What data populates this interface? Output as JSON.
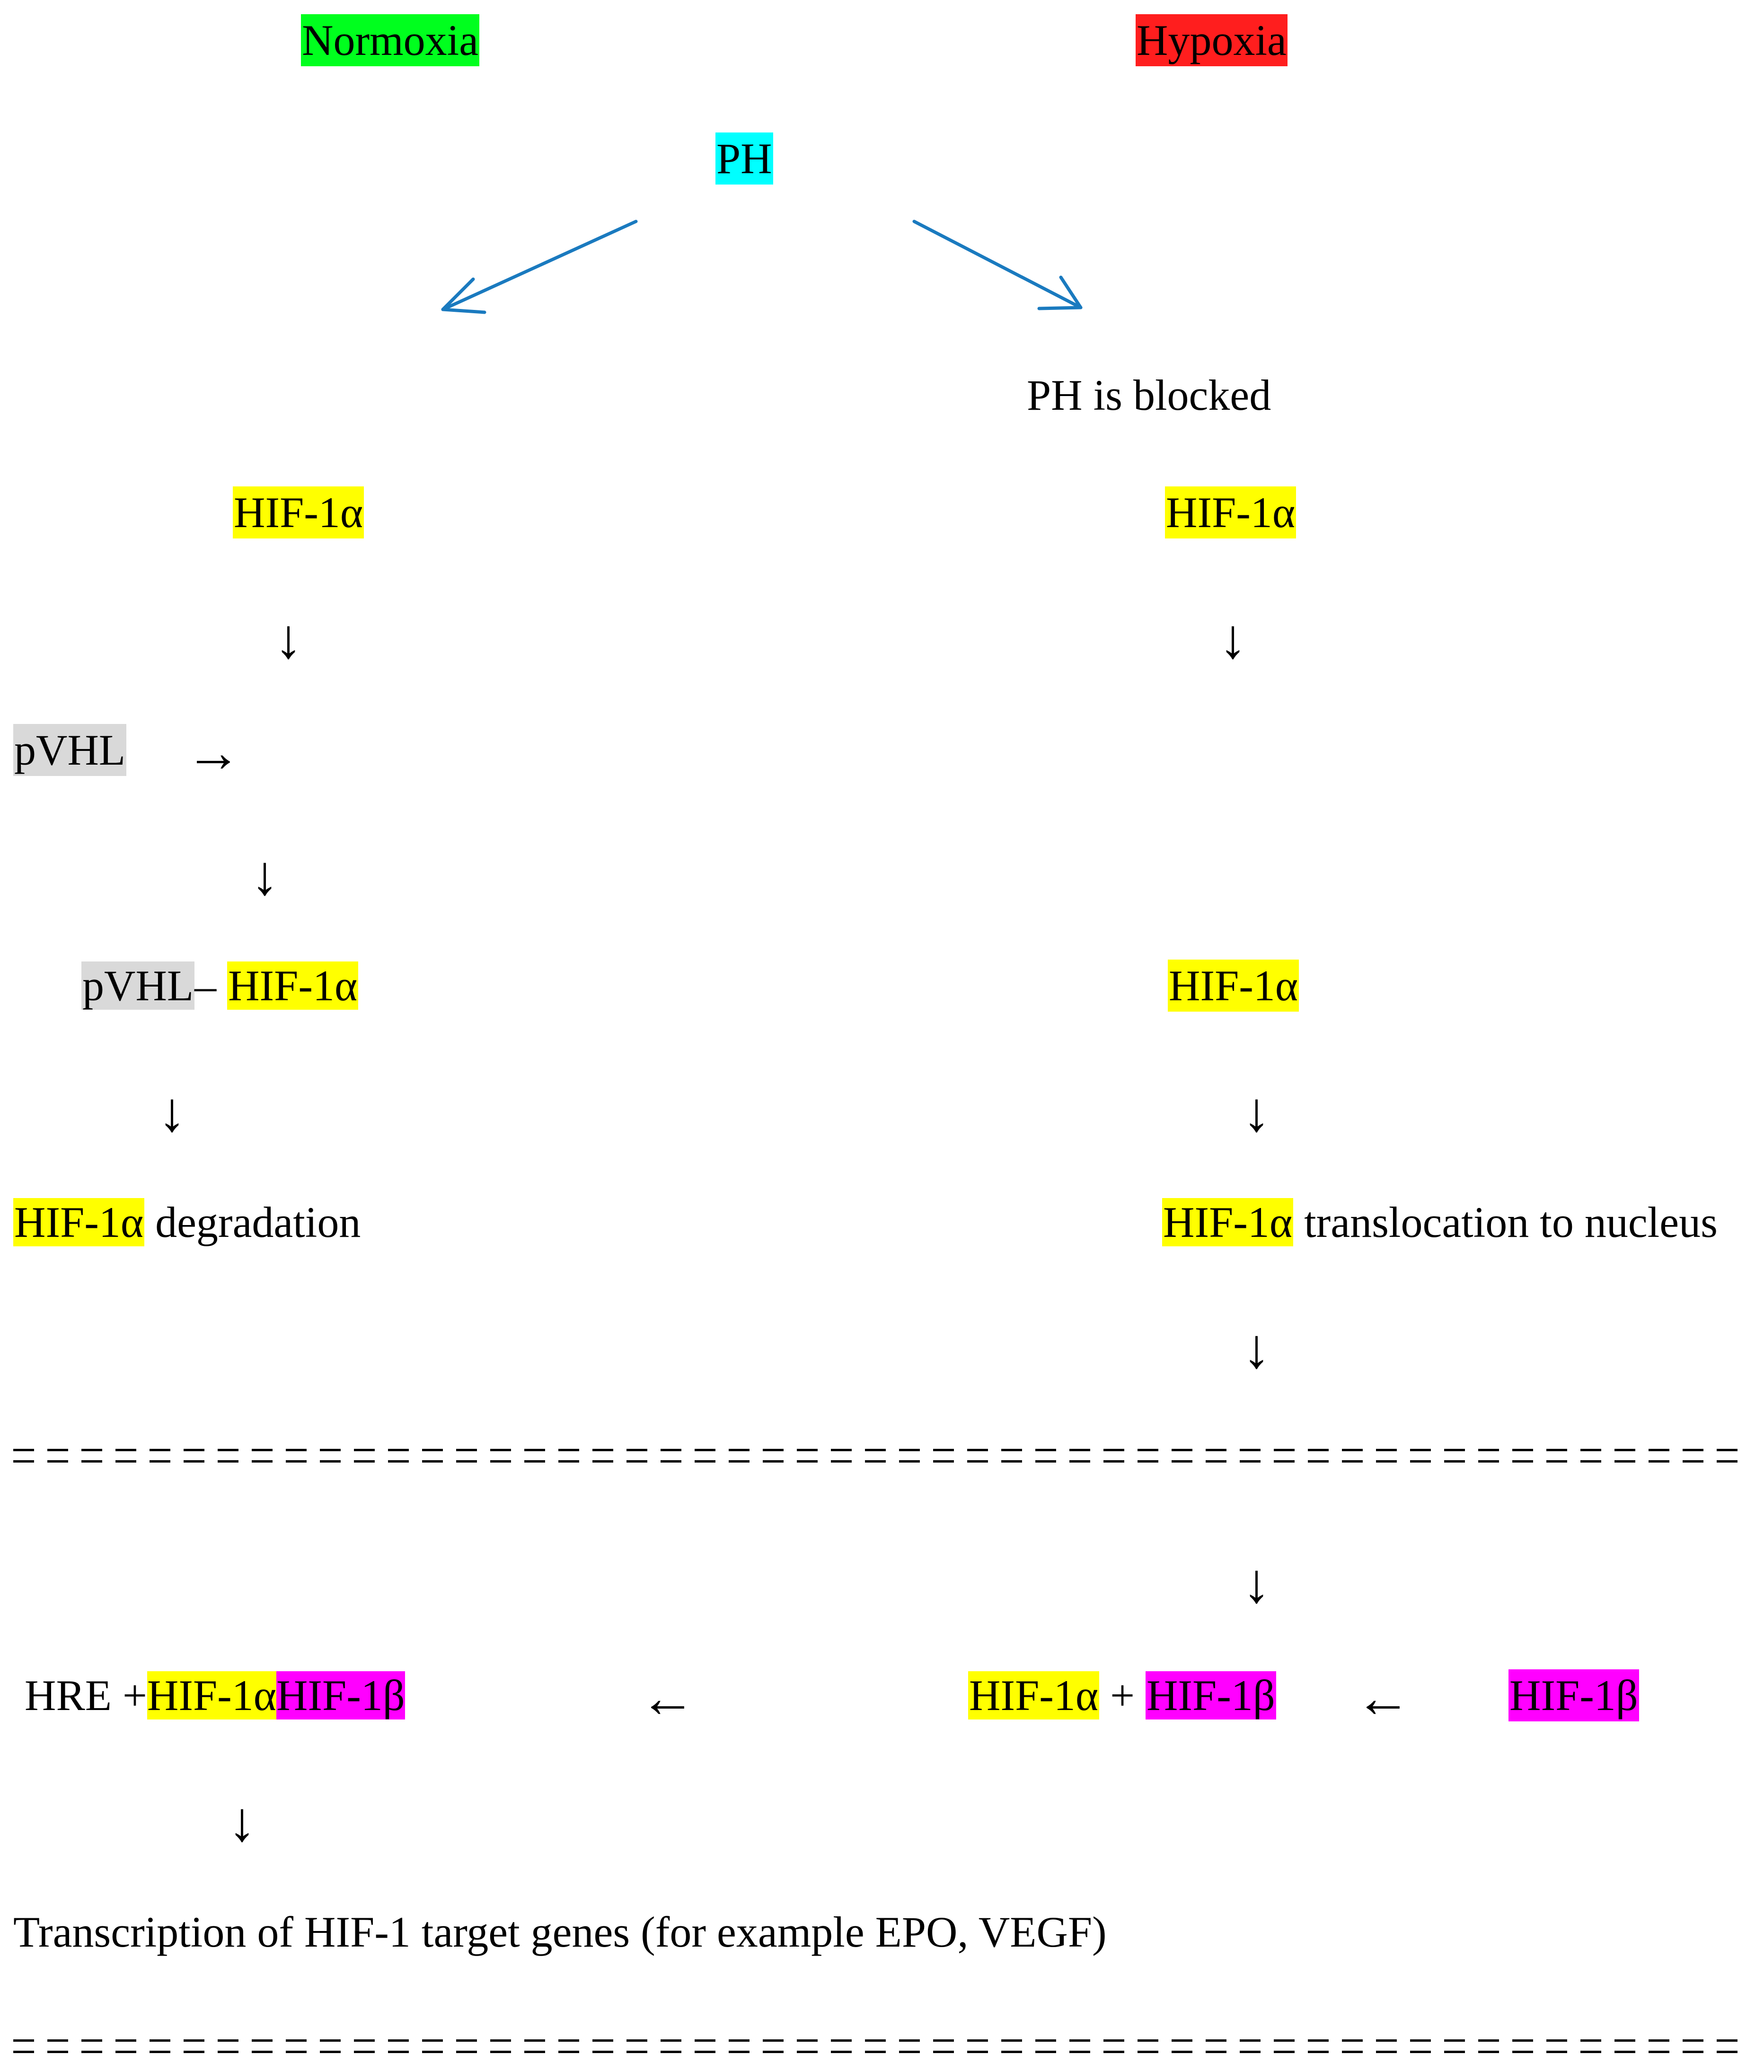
{
  "header": {
    "normoxia": "Normoxia",
    "hypoxia": "Hypoxia"
  },
  "ph": "PH",
  "ph_blocked": "PH is blocked",
  "hif1a": "HIF-1α",
  "hif1b": "HIF-1β",
  "pvhl": "pVHL",
  "dash": "–",
  "plus": "+",
  "hre_plus": "HRE +",
  "degradation": " degradation",
  "translocation": " translocation to nucleus",
  "transcription": "Transcription of HIF-1 target genes (for example EPO, VEGF)",
  "arrows": {
    "down": "↓",
    "right": "→",
    "left": "←"
  },
  "colors": {
    "normoxia": "#00ff1e",
    "hypoxia": "#ff1e1e",
    "ph": "#00ffff",
    "hif1a": "#ffff00",
    "hif1b": "#ff00ff",
    "pvhl": "#d9d9d9",
    "diag_arrow": "#1a7abf"
  }
}
